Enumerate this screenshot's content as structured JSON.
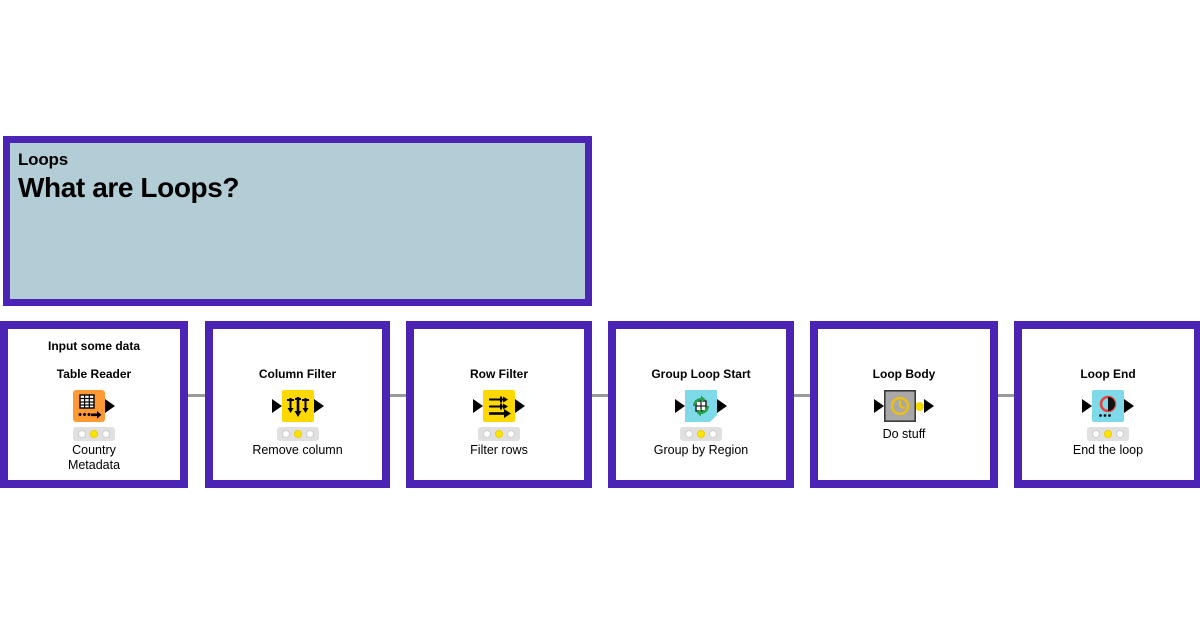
{
  "annotation": {
    "kicker": "Loops",
    "title": "What are Loops?",
    "border_color": "#4B24B5",
    "fill_color": "#B3CDD6"
  },
  "workflow": {
    "connector_color": "#9a9a9a",
    "frame_border_color": "#4B24B5",
    "nodes": [
      {
        "frame_annotation": "Input some data",
        "title": "Table Reader",
        "subtitle": "Country\nMetadata",
        "subtitle_line1": "Country",
        "subtitle_line2": "Metadata",
        "icon": "table-reader-icon",
        "icon_color": "#FF9933",
        "status": "configured",
        "status_index": 1,
        "has_status_light": true,
        "in_port": false,
        "out_port": true,
        "out_port_type": "data"
      },
      {
        "frame_annotation": "",
        "title": "Column Filter",
        "subtitle_line1": "Remove column",
        "subtitle_line2": "",
        "icon": "column-filter-icon",
        "icon_color": "#FFD800",
        "status": "configured",
        "status_index": 1,
        "has_status_light": true,
        "in_port": true,
        "out_port": true,
        "out_port_type": "data"
      },
      {
        "frame_annotation": "",
        "title": "Row Filter",
        "subtitle_line1": "Filter rows",
        "subtitle_line2": "",
        "icon": "row-filter-icon",
        "icon_color": "#FFD800",
        "status": "configured",
        "status_index": 1,
        "has_status_light": true,
        "in_port": true,
        "out_port": true,
        "out_port_type": "data"
      },
      {
        "frame_annotation": "",
        "title": "Group Loop Start",
        "subtitle_line1": "Group by Region",
        "subtitle_line2": "",
        "icon": "group-loop-start-icon",
        "icon_color": "#7ED9E8",
        "status": "configured",
        "status_index": 1,
        "has_status_light": true,
        "in_port": true,
        "out_port": true,
        "out_port_type": "data"
      },
      {
        "frame_annotation": "",
        "title": "Loop Body",
        "subtitle_line1": "Do stuff",
        "subtitle_line2": "",
        "icon": "loop-body-icon",
        "icon_color": "#A8A8A8",
        "status": "none",
        "status_index": -1,
        "has_status_light": false,
        "in_port": true,
        "out_port": true,
        "out_port_type": "variable"
      },
      {
        "frame_annotation": "",
        "title": "Loop End",
        "subtitle_line1": "End the loop",
        "subtitle_line2": "",
        "icon": "loop-end-icon",
        "icon_color": "#7ED9E8",
        "status": "configured",
        "status_index": 1,
        "has_status_light": true,
        "in_port": true,
        "out_port": true,
        "out_port_type": "data"
      }
    ]
  }
}
